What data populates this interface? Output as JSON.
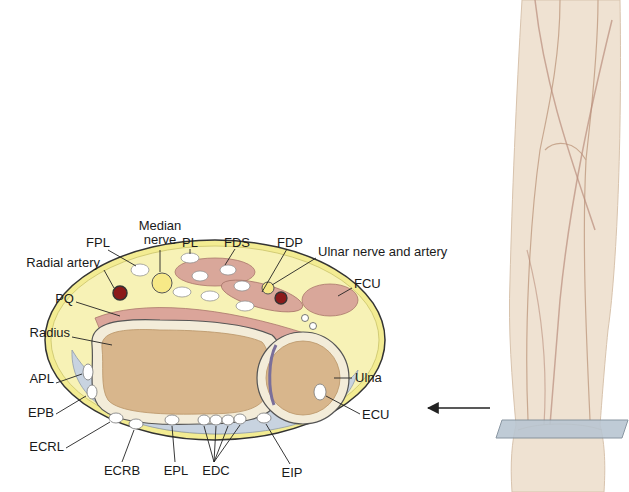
{
  "diagram": {
    "labels": [
      "FPL",
      "Median nerve",
      "PL",
      "FDS",
      "FDP",
      "Radial artery",
      "Ulnar nerve and artery",
      "FCU",
      "PQ",
      "Radius",
      "Ulna",
      "APL",
      "EPB",
      "ECU",
      "ECRL",
      "ECRB",
      "EPL",
      "EDC",
      "EIP"
    ]
  }
}
